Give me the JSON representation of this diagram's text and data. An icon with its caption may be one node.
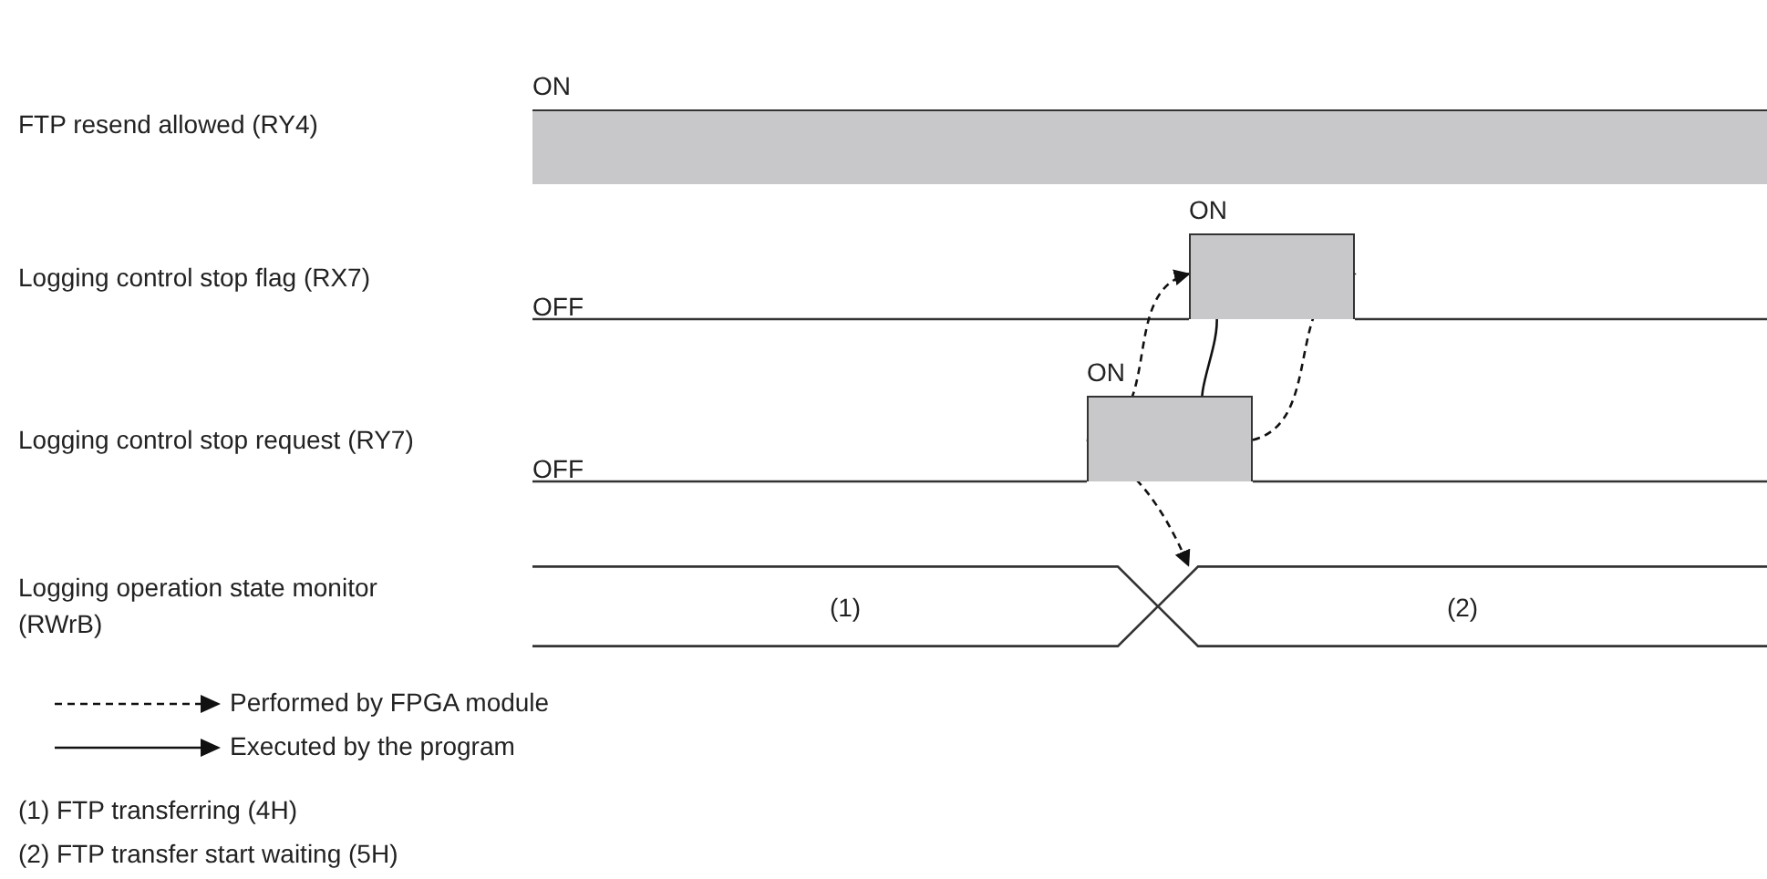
{
  "diagram": {
    "nodes": [
      {
        "text": [
          "ON"
        ]
      },
      {
        "text": [
          "ON"
        ]
      },
      {
        "text": [
          "ON"
        ]
      },
      {
        "text": [
          "(1)"
        ]
      },
      {
        "text": [
          "(2)"
        ]
      }
    ],
    "edges": [
      {
        "from": 2,
        "to": 1,
        "arrow": "to",
        "style": "dashed"
      },
      {
        "from": 1,
        "to": 2,
        "arrow": "to"
      },
      {
        "from": 2,
        "to": 1,
        "arrow": "to",
        "style": "dashed"
      },
      {
        "from": 2,
        "to": 4,
        "arrow": "to",
        "style": "dashed"
      }
    ],
    "labels": [
      "FTP resend allowed (RY4)",
      "Logging control stop flag (RX7)",
      "OFF",
      "Logging control stop request (RY7)",
      "OFF",
      "Logging operation state monitor (RWrB)",
      "(1) FTP transferring (4H)",
      "(2) FTP transfer start waiting (5H)"
    ],
    "legend": [
      {
        "text": "Performed by FPGA module"
      },
      {
        "text": "Executed by the program"
      }
    ]
  }
}
